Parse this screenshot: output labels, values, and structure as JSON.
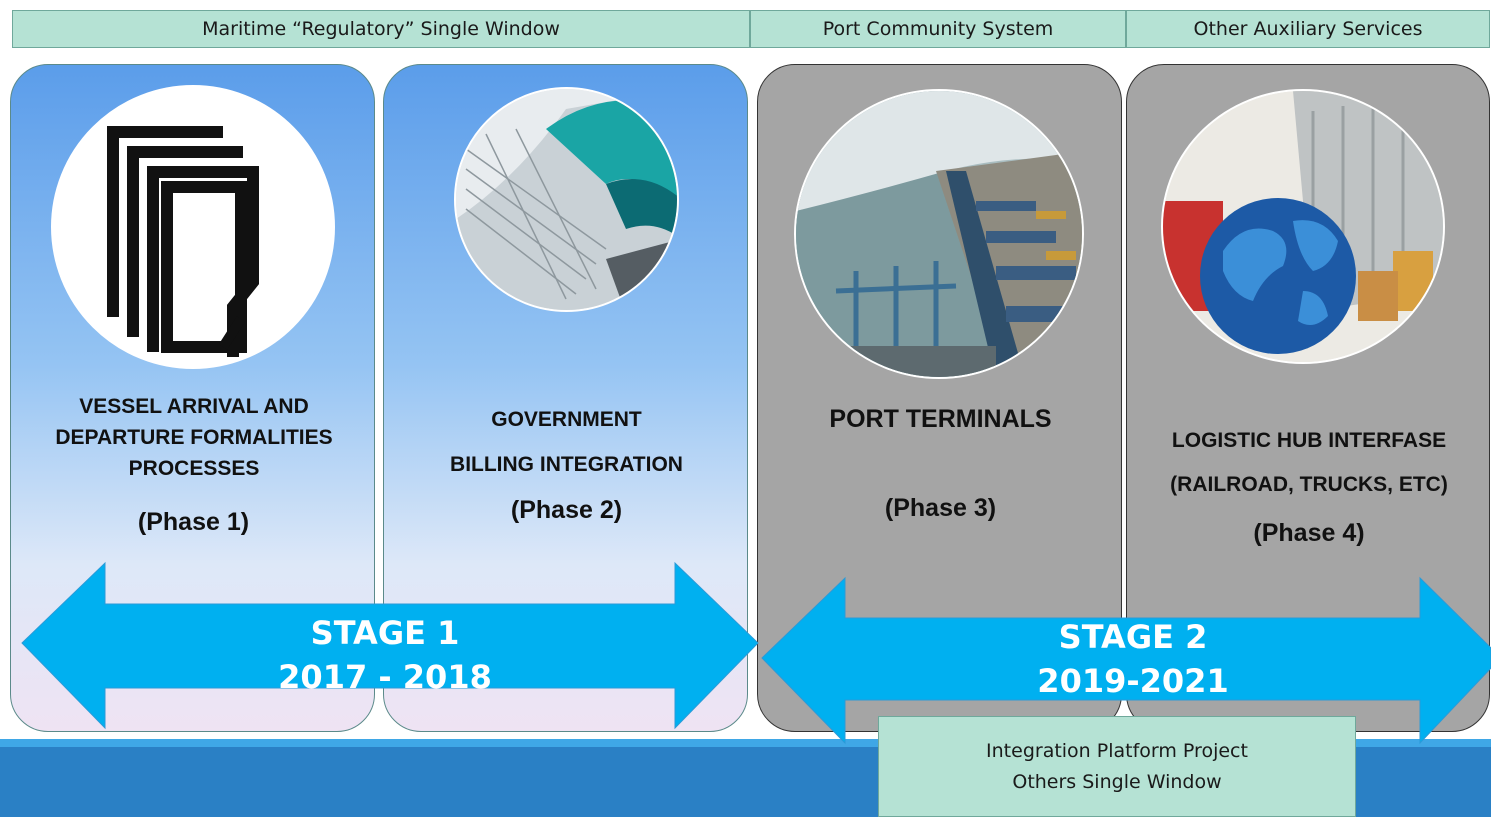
{
  "headers": [
    {
      "label": "Maritime “Regulatory” Single Window"
    },
    {
      "label": "Port Community System"
    },
    {
      "label": "Other Auxiliary Services"
    }
  ],
  "panels": [
    {
      "title": "VESSEL ARRIVAL AND DEPARTURE FORMALITIES PROCESSES",
      "phase": "(Phase 1)",
      "image": "documents-icon"
    },
    {
      "title_line1": "GOVERNMENT",
      "title_line2": "BILLING INTEGRATION",
      "phase": "(Phase 2)",
      "image": "billing-form-image"
    },
    {
      "title": "PORT TERMINALS",
      "phase": "(Phase 3)",
      "image": "port-terminal-aerial-image"
    },
    {
      "title_line1": "LOGISTIC HUB INTERFASE",
      "title_line2": "(RAILROAD, TRUCKS, ETC)",
      "phase": "(Phase 4)",
      "image": "globe-logistics-image"
    }
  ],
  "stages": [
    {
      "label": "STAGE 1",
      "years": "2017 - 2018"
    },
    {
      "label": "STAGE 2",
      "years": "2019-2021"
    }
  ],
  "platform": {
    "line1": "Integration Platform Project",
    "line2": "Others Single Window"
  },
  "colors": {
    "header_fill": "#b5e2d4",
    "arrow": "#00b0f0",
    "stage1_panel": "#7fb4ef",
    "stage2_panel": "#a5a5a5",
    "bottom_band": "#2a80c5"
  }
}
